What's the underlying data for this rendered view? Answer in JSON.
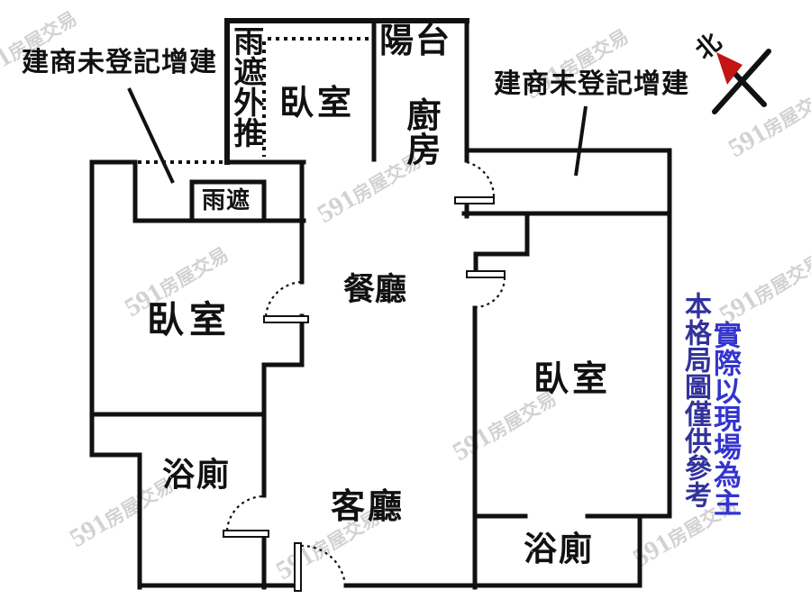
{
  "title": "apartment-floorplan",
  "rooms": {
    "balcony": "陽台",
    "bedroom_top": "臥室",
    "kitchen": "廚房",
    "rain_shade_extension": "雨遮外推",
    "rain_shade_box": "雨遮",
    "dining": "餐廳",
    "bedroom_left": "臥室",
    "bedroom_right": "臥室",
    "bath_left": "浴廁",
    "living": "客廳",
    "bath_right": "浴廁"
  },
  "annotations": {
    "unregistered_left": "建商未登記增建",
    "unregistered_right": "建商未登記增建"
  },
  "compass": {
    "north_label": "北",
    "arrow_color": "#c41414"
  },
  "disclaimer": {
    "line1": "本格局圖僅供參考",
    "line2": "實際以現場為主",
    "color1": "#32329b",
    "color2": "#3434d0"
  },
  "watermark": {
    "prefix": "591",
    "suffix": "房屋交易",
    "color": "#c8c8c8"
  },
  "colors": {
    "wall": "#111111",
    "background": "#ffffff"
  }
}
